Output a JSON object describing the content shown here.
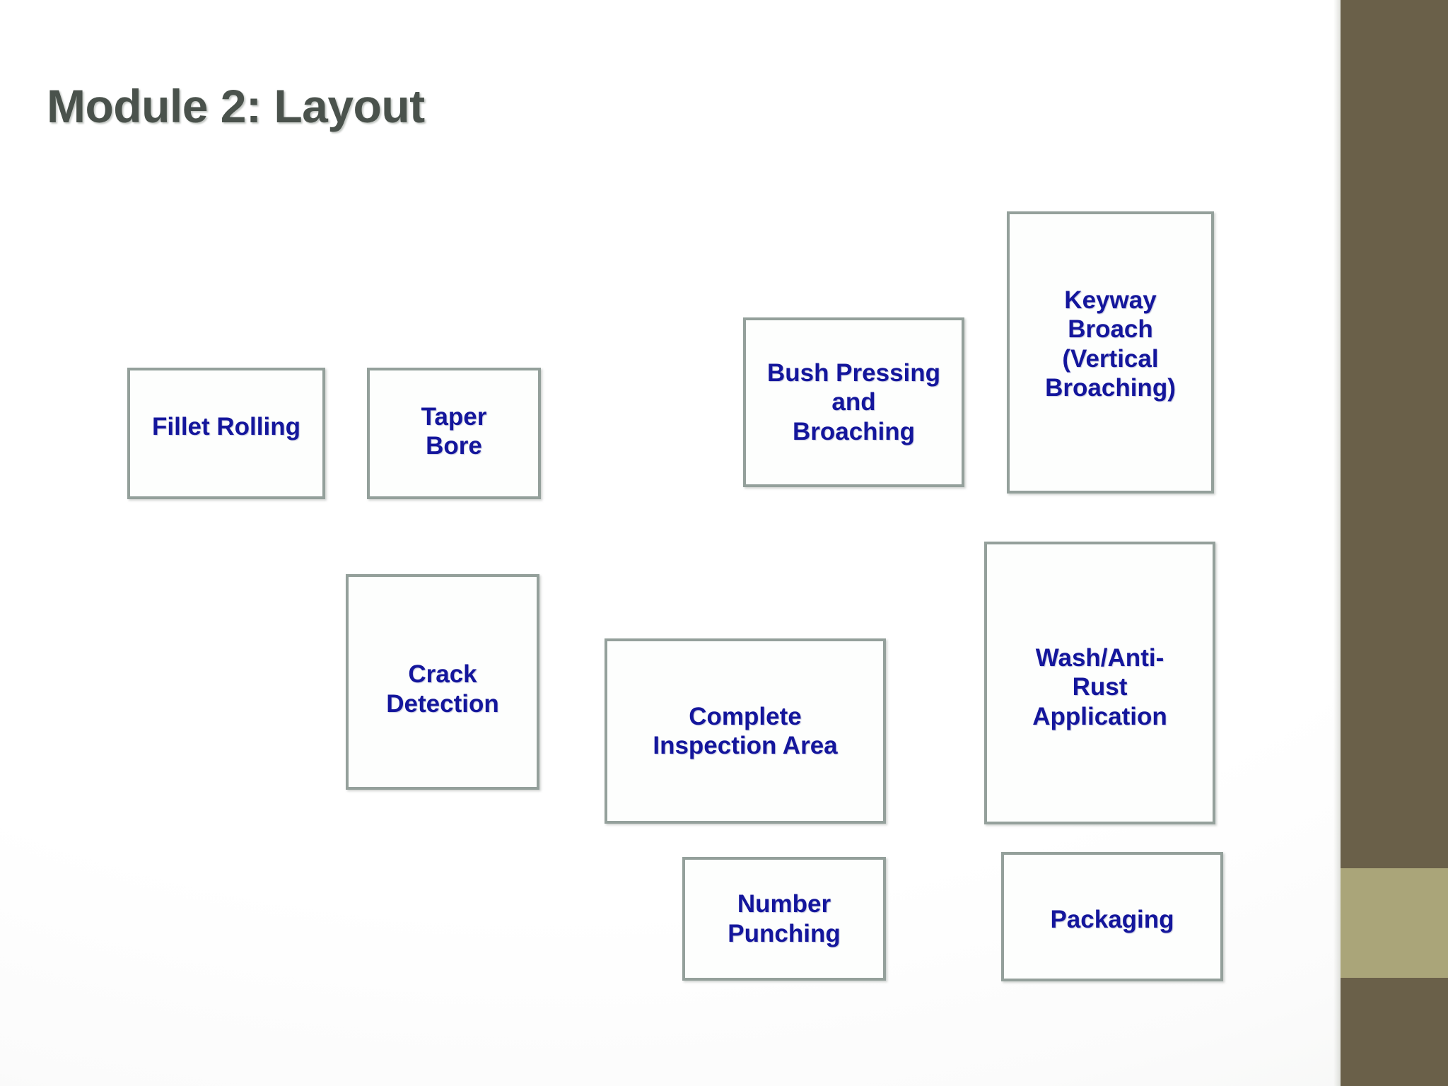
{
  "slide": {
    "title": "Module 2: Layout",
    "title_color": "#4a524c",
    "background_color": "#ffffff",
    "box_border_color": "#94a09b",
    "box_fill_color": "#fdfefd",
    "box_text_color": "#14169c"
  },
  "decor_band": {
    "name": "right-edge-band",
    "dark_color": "#6a6049",
    "accent_color": "#aaa579"
  },
  "boxes": [
    {
      "id": "fillet-rolling",
      "label": "Fillet Rolling"
    },
    {
      "id": "taper-bore",
      "label": "Taper\nBore"
    },
    {
      "id": "bush-pressing",
      "label": "Bush Pressing\nand\nBroaching"
    },
    {
      "id": "keyway-broach",
      "label": "Keyway\nBroach\n(Vertical\nBroaching)"
    },
    {
      "id": "crack-detection",
      "label": "Crack\nDetection"
    },
    {
      "id": "complete-inspection",
      "label": "Complete\nInspection Area"
    },
    {
      "id": "wash-antirust",
      "label": "Wash/Anti-\nRust\nApplication"
    },
    {
      "id": "number-punching",
      "label": "Number\nPunching"
    },
    {
      "id": "packaging",
      "label": "Packaging"
    }
  ]
}
